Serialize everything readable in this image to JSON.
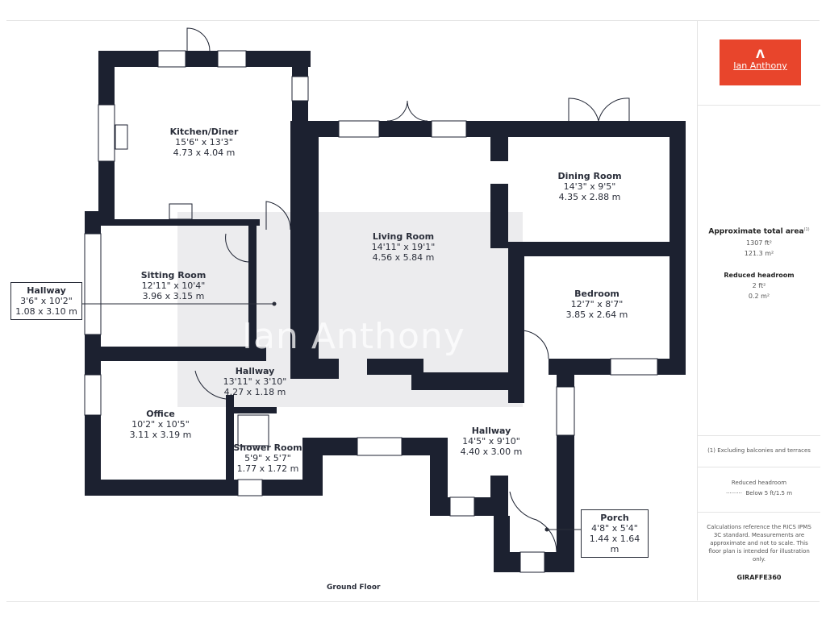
{
  "brand": {
    "name": "Ian Anthony",
    "color": "#e8452c"
  },
  "wall_color": "#1c2130",
  "rooms": [
    {
      "name": "Kitchen/Diner",
      "imperial": "15'6\" x 13'3\"",
      "metric": "4.73 x 4.04 m"
    },
    {
      "name": "Living Room",
      "imperial": "14'11\" x 19'1\"",
      "metric": "4.56 x 5.84 m"
    },
    {
      "name": "Dining Room",
      "imperial": "14'3\" x 9'5\"",
      "metric": "4.35 x 2.88 m"
    },
    {
      "name": "Sitting Room",
      "imperial": "12'11\" x 10'4\"",
      "metric": "3.96 x 3.15 m"
    },
    {
      "name": "Bedroom",
      "imperial": "12'7\" x 8'7\"",
      "metric": "3.85 x 2.64 m"
    },
    {
      "name": "Hallway",
      "imperial": "13'11\" x 3'10\"",
      "metric": "4.27 x 1.18 m"
    },
    {
      "name": "Office",
      "imperial": "10'2\" x 10'5\"",
      "metric": "3.11 x 3.19 m"
    },
    {
      "name": "Shower Room",
      "imperial": "5'9\" x 5'7\"",
      "metric": "1.77 x 1.72 m"
    },
    {
      "name": "Hallway",
      "imperial": "14'5\" x 9'10\"",
      "metric": "4.40 x 3.00 m"
    }
  ],
  "callouts": [
    {
      "name": "Hallway",
      "imperial": "3'6\" x 10'2\"",
      "metric": "1.08 x 3.10 m"
    },
    {
      "name": "Porch",
      "imperial": "4'8\" x 5'4\"",
      "metric": "1.44 x 1.64 m"
    }
  ],
  "floor_label": "Ground Floor",
  "panel": {
    "total_area_title": "Approximate total area",
    "total_area_note": "(1)",
    "total_ft": "1307 ft²",
    "total_m": "121.3 m²",
    "reduced_title": "Reduced headroom",
    "reduced_ft": "2 ft²",
    "reduced_m": "0.2 m²",
    "footnote": "(1) Excluding balconies and terraces",
    "legend_title": "Reduced headroom",
    "legend_line": "·········",
    "legend_text": "Below 5 ft/1.5 m",
    "disclaimer": "Calculations reference the RICS IPMS 3C standard. Measurements are approximate and not to scale. This floor plan is intended for illustration only.",
    "provider": "GIRAFFE360"
  }
}
